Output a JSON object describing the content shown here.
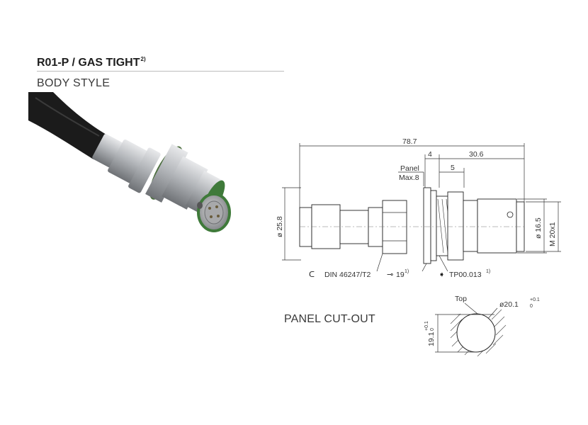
{
  "header": {
    "title": "R01-P / GAS TIGHT",
    "title_superscript": "2)",
    "subtitle": "BODY STYLE"
  },
  "drawing": {
    "overall_length": "78.7",
    "dim_4": "4",
    "dim_30_6": "30.6",
    "dim_5": "5",
    "panel_label": "Panel",
    "panel_max": "Max.8",
    "diameter_25_8": "ø 25.8",
    "diameter_16_5": "ø 16.5",
    "thread": "M 20x1",
    "cable_clamp": "DIN 46247/T2",
    "wrench_size": "19",
    "wrench_note": "1)",
    "torque_tool": "TP00.013",
    "torque_note": "1)"
  },
  "panel_cutout": {
    "heading": "PANEL CUT-OUT",
    "top_label": "Top",
    "diameter": "ø20.1",
    "diameter_tol_upper": "+0.1",
    "diameter_tol_lower": "0",
    "height": "19.1",
    "height_tol_upper": "+0.1",
    "height_tol_lower": "0"
  },
  "colors": {
    "seal_green": "#3f7a3a",
    "metal": "#b9bcc0",
    "cable": "#1b1b1b"
  }
}
